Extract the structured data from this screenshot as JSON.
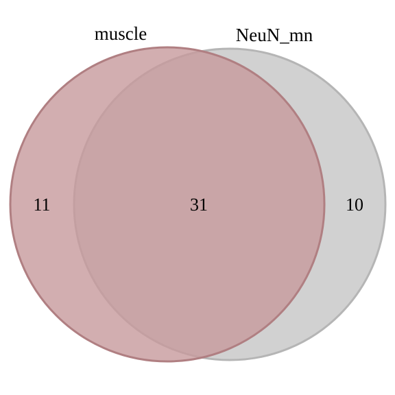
{
  "sets": [
    {
      "label": "muscle",
      "fill": "#c79a9c",
      "stroke": "#b07f82"
    },
    {
      "label": "NeuN_mn",
      "fill": "#c6c6c6",
      "stroke": "#b5b5b5"
    }
  ],
  "regions": {
    "muscle_only": "11",
    "both": "31",
    "neun_mn_only": "10"
  },
  "fill_opacity": 0.8
}
